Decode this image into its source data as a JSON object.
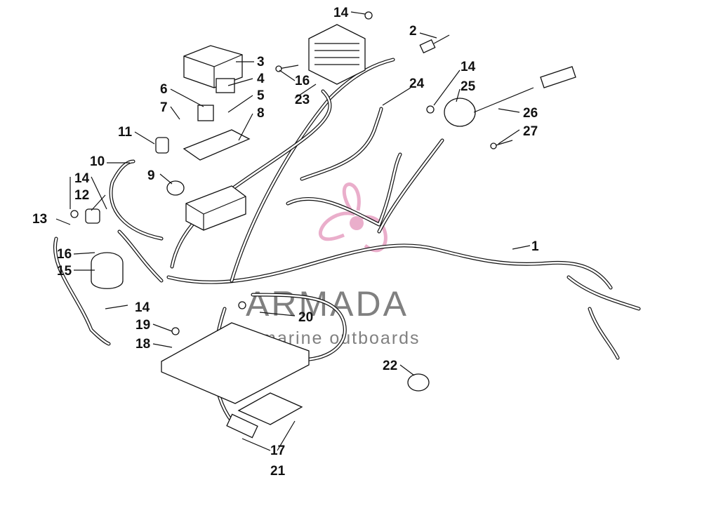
{
  "watermark": {
    "brand": "ARMADA",
    "tagline": "marine outboards",
    "logo_color": "#e8a6c6"
  },
  "callouts": [
    {
      "id": "c1",
      "label": "1"
    },
    {
      "id": "c2",
      "label": "2"
    },
    {
      "id": "c3",
      "label": "3"
    },
    {
      "id": "c4",
      "label": "4"
    },
    {
      "id": "c5",
      "label": "5"
    },
    {
      "id": "c6",
      "label": "6"
    },
    {
      "id": "c7",
      "label": "7"
    },
    {
      "id": "c8",
      "label": "8"
    },
    {
      "id": "c9",
      "label": "9"
    },
    {
      "id": "c10",
      "label": "10"
    },
    {
      "id": "c11",
      "label": "11"
    },
    {
      "id": "c12",
      "label": "12"
    },
    {
      "id": "c13",
      "label": "13"
    },
    {
      "id": "c14a",
      "label": "14"
    },
    {
      "id": "c14b",
      "label": "14"
    },
    {
      "id": "c14c",
      "label": "14"
    },
    {
      "id": "c14d",
      "label": "14"
    },
    {
      "id": "c15",
      "label": "15"
    },
    {
      "id": "c16a",
      "label": "16"
    },
    {
      "id": "c16b",
      "label": "16"
    },
    {
      "id": "c17",
      "label": "17"
    },
    {
      "id": "c18",
      "label": "18"
    },
    {
      "id": "c19",
      "label": "19"
    },
    {
      "id": "c20",
      "label": "20"
    },
    {
      "id": "c21",
      "label": "21"
    },
    {
      "id": "c22",
      "label": "22"
    },
    {
      "id": "c23",
      "label": "23"
    },
    {
      "id": "c24",
      "label": "24"
    },
    {
      "id": "c25",
      "label": "25"
    },
    {
      "id": "c26",
      "label": "26"
    },
    {
      "id": "c27",
      "label": "27"
    }
  ]
}
